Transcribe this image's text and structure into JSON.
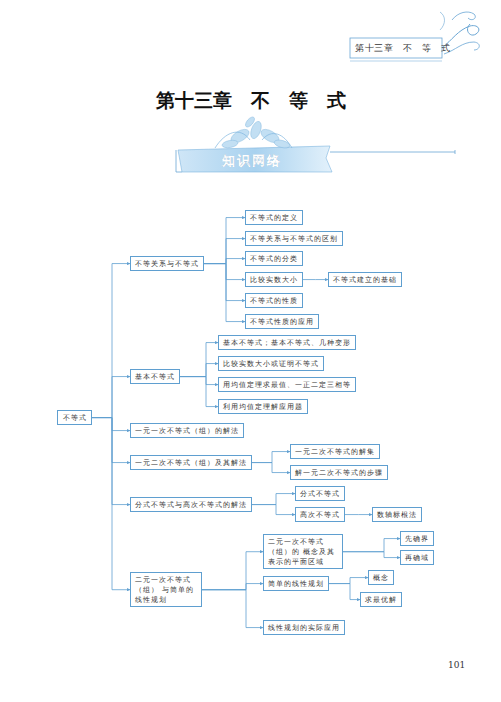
{
  "diagram": {
    "title": "第十三章　不　等　式",
    "nodes": [
      {
        "text": [
          "不等式"
        ]
      },
      {
        "text": [
          "不等关系与不等式"
        ]
      },
      {
        "text": [
          "不等式的定义"
        ]
      },
      {
        "text": [
          "不等关系与不等式的区别"
        ]
      },
      {
        "text": [
          "不等式的分类"
        ]
      },
      {
        "text": [
          "比较实数大小"
        ]
      },
      {
        "text": [
          "不等式建立的基础"
        ]
      },
      {
        "text": [
          "不等式的性质"
        ]
      },
      {
        "text": [
          "不等式性质的应用"
        ]
      },
      {
        "text": [
          "基本不等式"
        ]
      },
      {
        "text": [
          "基本不等式；基本不等式、几种变形"
        ]
      },
      {
        "text": [
          "比较实数大小或证明不等式"
        ]
      },
      {
        "text": [
          "用均值定理求最值、一正二定三相等"
        ]
      },
      {
        "text": [
          "利用均值定理解应用题"
        ]
      },
      {
        "text": [
          "一元一次不等式（组）的解法"
        ]
      },
      {
        "text": [
          "一元二次不等式（组）及其解法"
        ]
      },
      {
        "text": [
          "一元二次不等式的解集"
        ]
      },
      {
        "text": [
          "解一元二次不等式的步骤"
        ]
      },
      {
        "text": [
          "分式不等式与高次不等式的解法"
        ]
      },
      {
        "text": [
          "分式不等式"
        ]
      },
      {
        "text": [
          "高次不等式"
        ]
      },
      {
        "text": [
          "数轴标根法"
        ]
      },
      {
        "text": [
          "二元一次不等式（组） 与简单的线性规划"
        ]
      },
      {
        "text": [
          "二元一次不等式（组）的 概念及其表示的平面区域"
        ]
      },
      {
        "text": [
          "先确界"
        ]
      },
      {
        "text": [
          "再确域"
        ]
      },
      {
        "text": [
          "简单的线性规划"
        ]
      },
      {
        "text": [
          "概念"
        ]
      },
      {
        "text": [
          "求最优解"
        ]
      },
      {
        "text": [
          "线性规划的实际应用"
        ]
      }
    ],
    "edges": [
      {
        "from": 0,
        "to": 1,
        "arrow": "to"
      },
      {
        "from": 1,
        "to": 2,
        "arrow": "to"
      },
      {
        "from": 1,
        "to": 3,
        "arrow": "to"
      },
      {
        "from": 1,
        "to": 4,
        "arrow": "to"
      },
      {
        "from": 1,
        "to": 5,
        "arrow": "to"
      },
      {
        "from": 5,
        "to": 6,
        "arrow": "to"
      },
      {
        "from": 1,
        "to": 7,
        "arrow": "to"
      },
      {
        "from": 1,
        "to": 8,
        "arrow": "to"
      },
      {
        "from": 0,
        "to": 9,
        "arrow": "to"
      },
      {
        "from": 9,
        "to": 10,
        "arrow": "to"
      },
      {
        "from": 9,
        "to": 11,
        "arrow": "to"
      },
      {
        "from": 9,
        "to": 12,
        "arrow": "to"
      },
      {
        "from": 9,
        "to": 13,
        "arrow": "to"
      },
      {
        "from": 0,
        "to": 14,
        "arrow": "to"
      },
      {
        "from": 0,
        "to": 15,
        "arrow": "to"
      },
      {
        "from": 15,
        "to": 16,
        "arrow": "to"
      },
      {
        "from": 15,
        "to": 17,
        "arrow": "to"
      },
      {
        "from": 0,
        "to": 18,
        "arrow": "to"
      },
      {
        "from": 18,
        "to": 19,
        "arrow": "to"
      },
      {
        "from": 18,
        "to": 20,
        "arrow": "to"
      },
      {
        "from": 20,
        "to": 21,
        "arrow": "to"
      },
      {
        "from": 0,
        "to": 22,
        "arrow": "to"
      },
      {
        "from": 22,
        "to": 23,
        "arrow": "to"
      },
      {
        "from": 23,
        "to": 24,
        "arrow": "to"
      },
      {
        "from": 23,
        "to": 25,
        "arrow": "to"
      },
      {
        "from": 22,
        "to": 26,
        "arrow": "to"
      },
      {
        "from": 26,
        "to": 27,
        "arrow": "to"
      },
      {
        "from": 26,
        "to": 28,
        "arrow": "to"
      },
      {
        "from": 22,
        "to": 29,
        "arrow": "to"
      }
    ],
    "labels": [
      "第十三章　不　等　式",
      "知识网络",
      "101"
    ]
  }
}
